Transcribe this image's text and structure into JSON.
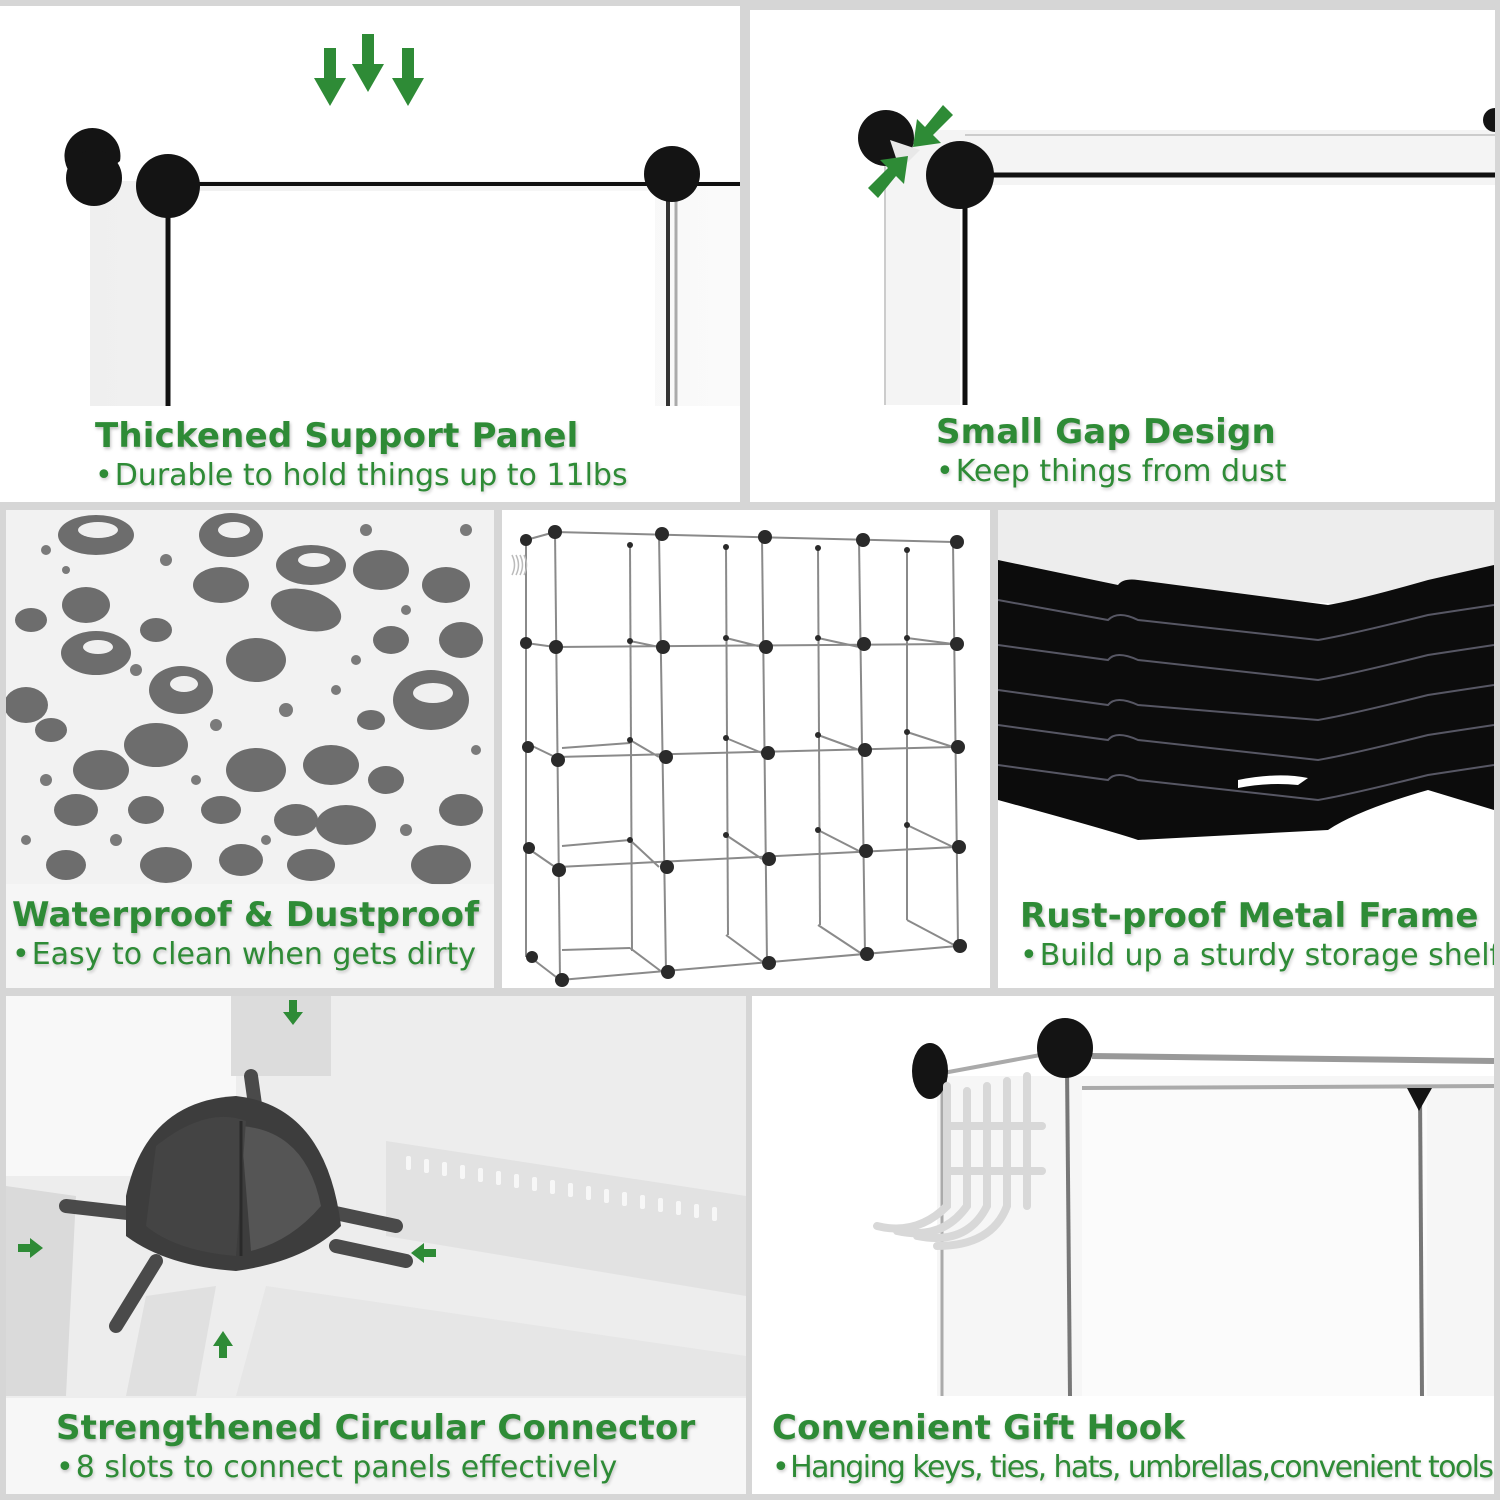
{
  "theme": {
    "accent_green": "#2e8b36",
    "frame_black": "#141414",
    "divider_gray": "#d6d6d6",
    "panel_white": "#ffffff"
  },
  "panels": [
    {
      "id": "thickened-support-panel",
      "title": "Thickened Support Panel",
      "subtitle": "Durable to hold things up to 11lbs",
      "icons": [
        "arrow-down-icon",
        "arrow-down-icon",
        "arrow-down-icon"
      ]
    },
    {
      "id": "small-gap-design",
      "title": "Small Gap Design",
      "subtitle": "Keep things from dust",
      "icons": [
        "arrow-diagonal-in-icon",
        "arrow-diagonal-in-icon"
      ]
    },
    {
      "id": "waterproof-dustproof",
      "title": "Waterproof & Dustproof",
      "subtitle": "Easy to clean when gets dirty",
      "icons": [
        "water-droplets-texture"
      ]
    },
    {
      "id": "cube-shelf-overview",
      "title": "",
      "subtitle": "",
      "grid": {
        "rows": 4,
        "cols": 4
      }
    },
    {
      "id": "rust-proof-metal-frame",
      "title": "Rust-proof Metal Frame",
      "subtitle": "Build up a sturdy storage shelf",
      "icons": [
        "stacked-frame-image"
      ]
    },
    {
      "id": "strengthened-circular-connector",
      "title": "Strengthened Circular Connector",
      "subtitle": "8 slots to connect panels effectively",
      "icons": [
        "arrow-down-icon",
        "arrow-right-icon",
        "arrow-left-icon",
        "arrow-up-icon"
      ]
    },
    {
      "id": "convenient-gift-hook",
      "title": "Convenient Gift Hook",
      "subtitle": "Hanging keys, ties, hats, umbrellas,convenient tools",
      "icons": [
        "hook-icon"
      ]
    }
  ]
}
